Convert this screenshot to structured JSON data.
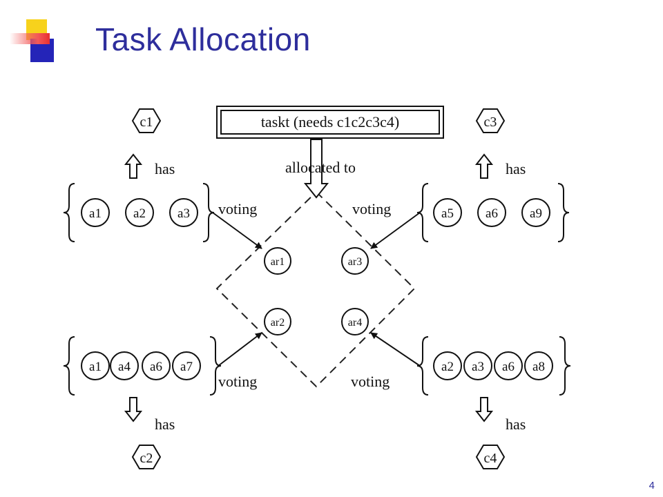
{
  "slide": {
    "title": "Task Allocation",
    "page_number": "4"
  },
  "diagram": {
    "task": "taskt (needs c1c2c3c4)",
    "allocated_label": "allocated to",
    "has_label": "has",
    "voting_label": "voting",
    "capabilities": [
      "c1",
      "c2",
      "c3",
      "c4"
    ],
    "groups": [
      {
        "agents": [
          "a1",
          "a2",
          "a3"
        ]
      },
      {
        "agents": [
          "a5",
          "a6",
          "a9"
        ]
      },
      {
        "agents": [
          "a1",
          "a4",
          "a6",
          "a7"
        ]
      },
      {
        "agents": [
          "a2",
          "a3",
          "a6",
          "a8"
        ]
      }
    ],
    "representatives": [
      "ar1",
      "ar3",
      "ar2",
      "ar4"
    ]
  },
  "colors": {
    "title": "#2e2e9c",
    "logo_yellow": "#f7d21c",
    "logo_blue": "#2424b8",
    "logo_red": "#e83030"
  }
}
